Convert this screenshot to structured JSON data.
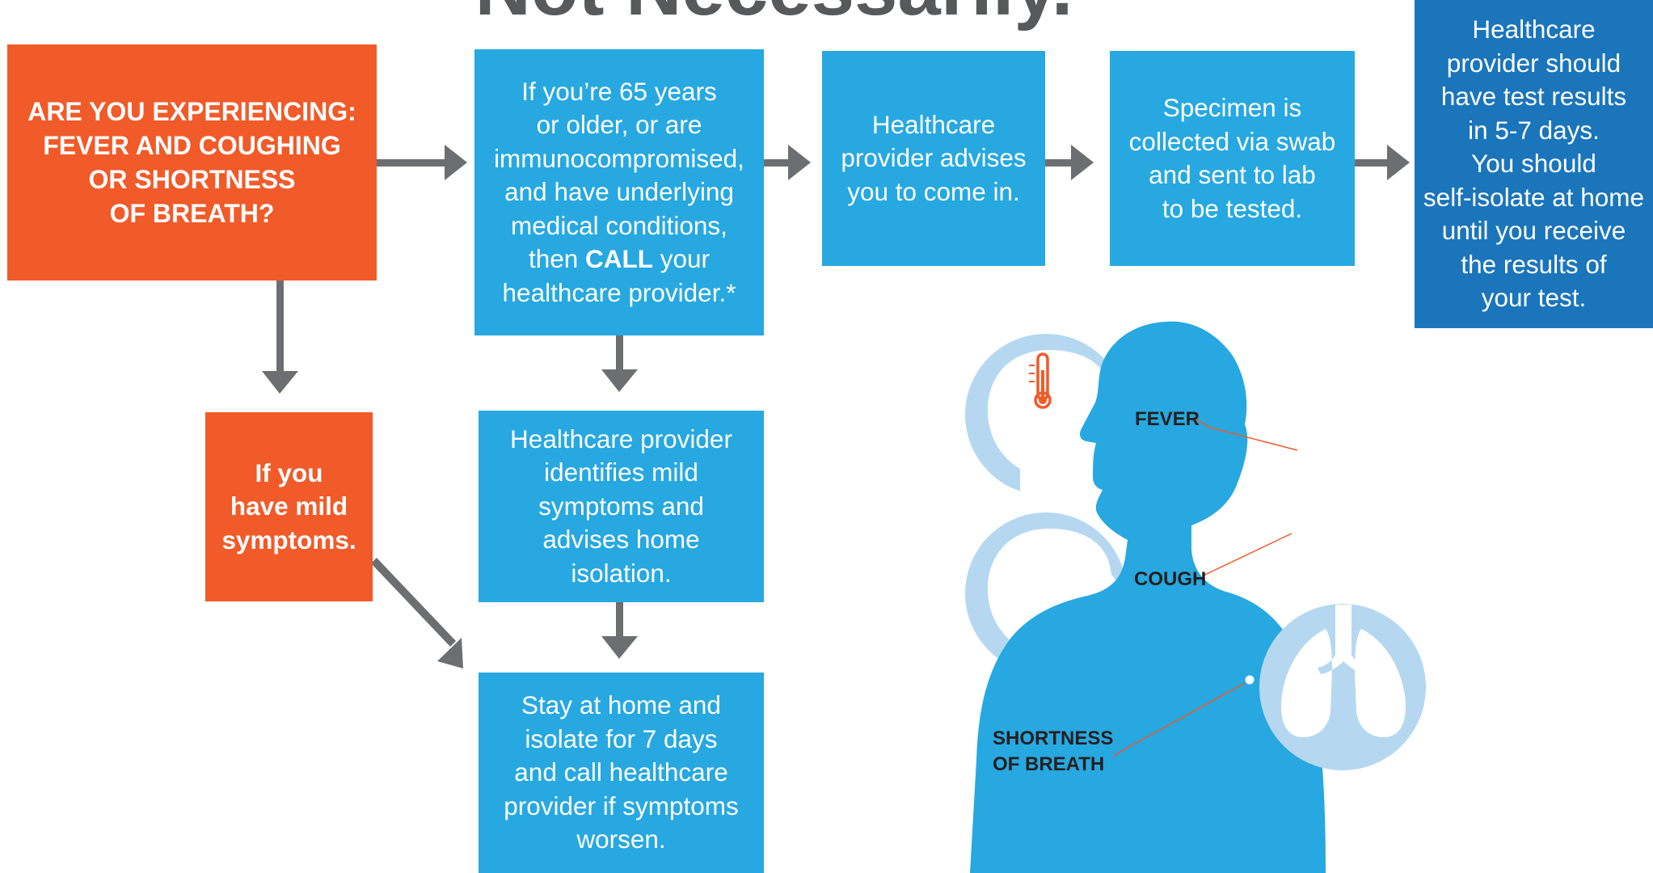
{
  "title": "Not Necessarily.",
  "boxes": {
    "question": {
      "lines": [
        "ARE YOU EXPERIENCING:",
        "FEVER AND COUGHING",
        "OR SHORTNESS",
        "OF BREATH?"
      ]
    },
    "age_check": {
      "lines": [
        "If you’re 65 years",
        "or older, or are",
        "immunocompromised,",
        "and have underlying",
        "medical conditions,"
      ],
      "call_prefix": "then ",
      "call_bold": "CALL",
      "call_suffix": " your",
      "last_line": "healthcare provider.*"
    },
    "advise_visit": {
      "lines": [
        "Healthcare",
        "provider advises",
        "you to come in."
      ]
    },
    "specimen": {
      "lines": [
        "Specimen is",
        "collected via swab",
        "and sent to lab",
        "to be tested."
      ]
    },
    "results": {
      "lines": [
        "Healthcare",
        "provider should",
        "have test results",
        "in 5-7 days.",
        "You should",
        "self-isolate at home",
        "until you receive",
        "the results of",
        "your test."
      ]
    },
    "mild": {
      "lines": [
        "If you",
        "have mild",
        "symptoms."
      ]
    },
    "mild_identified": {
      "lines": [
        "Healthcare provider",
        "identifies mild",
        "symptoms and",
        "advises home",
        "isolation."
      ]
    },
    "stay_home": {
      "lines": [
        "Stay at home and",
        "isolate for 7 days",
        "and call healthcare",
        "provider if symptoms",
        "worsen."
      ]
    }
  },
  "symptoms": {
    "fever": "FEVER",
    "cough": "COUGH",
    "breath_line1": "SHORTNESS",
    "breath_line2": "OF BREATH"
  },
  "colors": {
    "orange": "#f15a29",
    "blue": "#27a8e0",
    "dark_blue": "#1b75bb",
    "light_blue": "#b5d8f0",
    "arrow_gray": "#6d6e71",
    "title_gray": "#58595b"
  },
  "icons": [
    "thermometer-icon",
    "head-fever-icon",
    "head-cough-icon",
    "droplets-icon",
    "human-body-icon",
    "lungs-icon"
  ]
}
